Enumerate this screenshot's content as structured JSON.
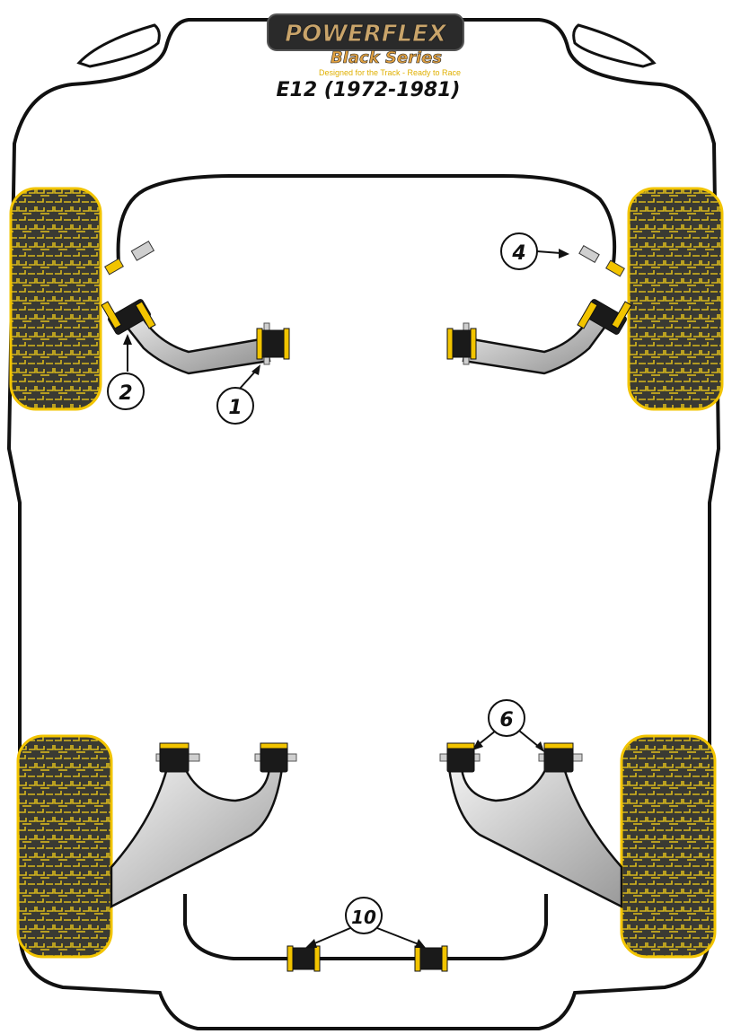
{
  "logo": {
    "brand": "POWERFLEX",
    "series": "Black Series",
    "tagline": "Designed for the Track - Ready to Race"
  },
  "title": "E12 (1972-1981)",
  "callouts": [
    {
      "id": "c1",
      "label": "1"
    },
    {
      "id": "c2",
      "label": "2"
    },
    {
      "id": "c4",
      "label": "4"
    },
    {
      "id": "c6",
      "label": "6"
    },
    {
      "id": "c10",
      "label": "10"
    }
  ],
  "colors": {
    "outline": "#111111",
    "tyre_fill": "#3a3a33",
    "tyre_tread": "#d8b81c",
    "bush_yellow": "#f2c400",
    "bush_black": "#1a1a1a",
    "arm_light": "#e6e6e6",
    "arm_dark": "#9a9a9a",
    "bolt": "#cfcfcf"
  }
}
